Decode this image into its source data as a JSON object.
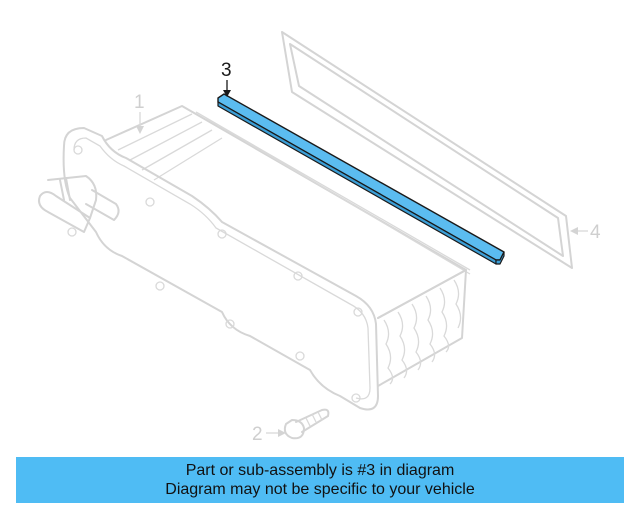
{
  "diagram": {
    "callouts": {
      "part1": "1",
      "part2": "2",
      "part3": "3",
      "part4": "4"
    },
    "highlight_color": "#5bbcf0"
  },
  "banner": {
    "line1": "Part or sub-assembly is #3 in diagram",
    "line2": "Diagram may not be specific to your vehicle",
    "background": "#4fbcf4"
  }
}
